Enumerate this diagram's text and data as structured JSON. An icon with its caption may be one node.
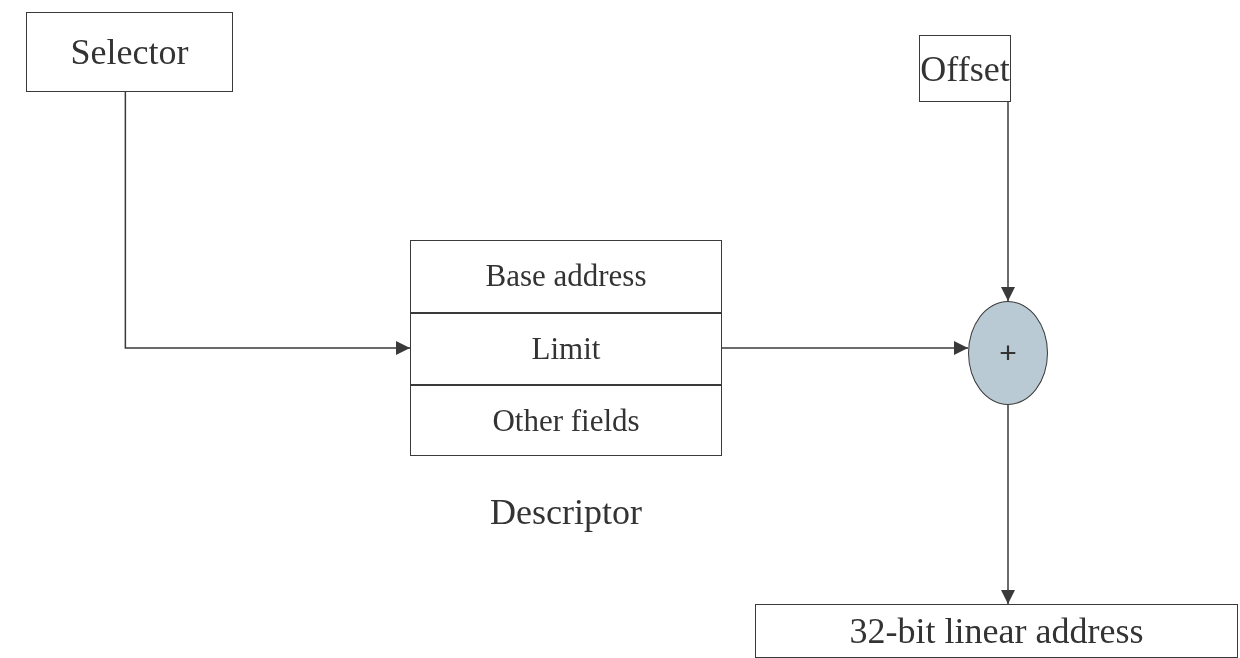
{
  "diagram": {
    "nodes": [
      {
        "text": [
          "Selector"
        ]
      },
      {
        "text": [
          "Descriptor"
        ]
      },
      {
        "text": [
          "Base address"
        ],
        "in": 1
      },
      {
        "text": [
          "Limit"
        ],
        "in": 1
      },
      {
        "text": [
          "Other fields"
        ],
        "in": 1
      },
      {
        "text": [
          "Offset"
        ]
      },
      {
        "text": [
          "+"
        ]
      },
      {
        "text": [
          "32-bit linear address"
        ]
      }
    ],
    "edges": [
      {
        "from": 0,
        "to": 3,
        "arrow": "to"
      },
      {
        "from": 3,
        "to": 6,
        "arrow": "to"
      },
      {
        "from": 5,
        "to": 6,
        "arrow": "to"
      },
      {
        "from": 6,
        "to": 7,
        "arrow": "to"
      }
    ]
  }
}
